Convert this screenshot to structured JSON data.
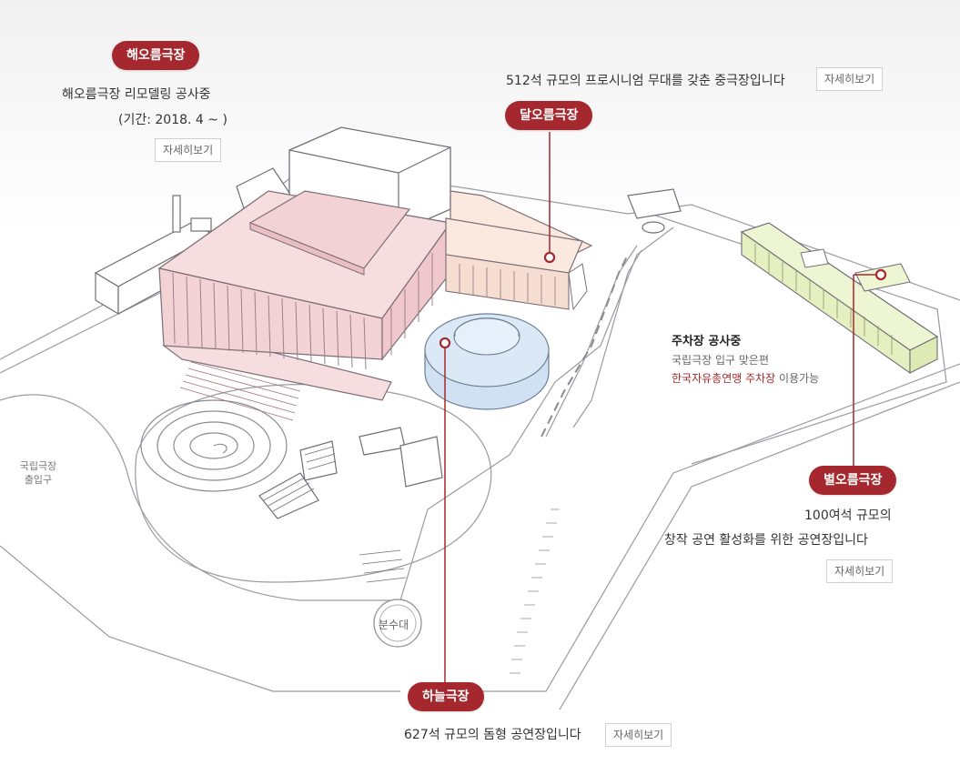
{
  "theaters": {
    "haeoreum": {
      "name": "해오름극장",
      "desc_line1": "해오름극장 리모델링 공사중",
      "desc_line2": "(기간: 2018. 4 ~ )",
      "more_label": "자세히보기"
    },
    "daloreum": {
      "name": "달오름극장",
      "desc": "512석 규모의 프로시니엄 무대를 갖춘 중극장입니다",
      "more_label": "자세히보기"
    },
    "byeoloreum": {
      "name": "별오름극장",
      "desc_line1": "100여석 규모의",
      "desc_line2": "창작 공연 활성화를 위한 공연장입니다",
      "more_label": "자세히보기"
    },
    "haneul": {
      "name": "하늘극장",
      "desc": "627석 규모의 돔형 공연장입니다",
      "more_label": "자세히보기"
    }
  },
  "parking": {
    "title": "주차장 공사중",
    "subtitle": "국립극장 입구 맞은편",
    "highlight": "한국자유총연맹 주차장",
    "tail": " 이용가능"
  },
  "gate_label_line1": "국립극장",
  "gate_label_line2": "출입구",
  "fountain_label": "분수대",
  "colors": {
    "accent": "#a4282e",
    "haeoreum_fill": "#f6dde0",
    "daloreum_fill": "#fbe9e0",
    "haneul_fill": "#dbe9f6",
    "byeoloreum_fill": "#eef5d2",
    "outline": "#8a8a92"
  }
}
